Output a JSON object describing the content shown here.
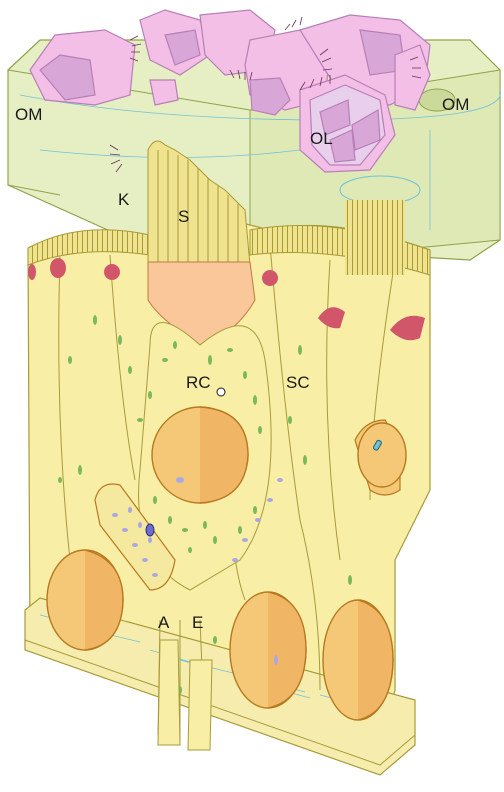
{
  "labels": {
    "om_left": "OM",
    "om_right": "OM",
    "ol": "OL",
    "k": "K",
    "s": "S",
    "rc": "RC",
    "sc": "SC",
    "a": "A",
    "e": "E"
  },
  "colors": {
    "membrane": "#e6efc4",
    "membrane_edge": "#8fa34a",
    "otolith": "#f4bfe6",
    "otolith_dark": "#d9a6d8",
    "cell": "#f8eea6",
    "cell_edge": "#a79b3a",
    "hair": "#e6d86a",
    "nucleus": "#f5c877",
    "nucleus_edge": "#b7791f",
    "granule": "#79b95b",
    "red_spot": "#d1566a",
    "basement": "#f5ecae",
    "blue_line": "#72c2d6"
  }
}
